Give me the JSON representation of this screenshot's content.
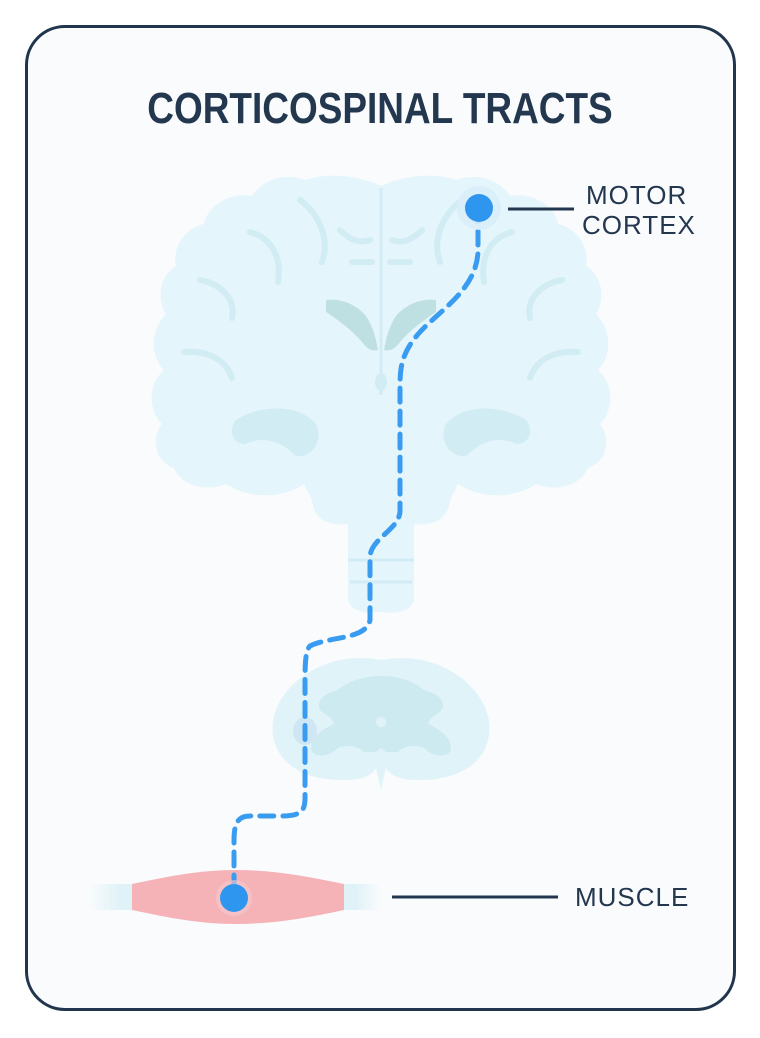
{
  "title": "CORTICOSPINAL TRACTS",
  "labels": {
    "motor_cortex_line1": "MOTOR",
    "motor_cortex_line2": "CORTEX",
    "muscle": "MUSCLE"
  },
  "colors": {
    "border": "#21354d",
    "title": "#23374f",
    "brain": "#e4f5fb",
    "brain_detail": "#d2ecf4",
    "ventricle": "#bfe0e3",
    "spinal_cord": "#e0f3f8",
    "gray_matter": "#cdeaf1",
    "pathway": "#3a9cf0",
    "muscle": "#f5b3b8",
    "tendon": "#dff2f7"
  }
}
